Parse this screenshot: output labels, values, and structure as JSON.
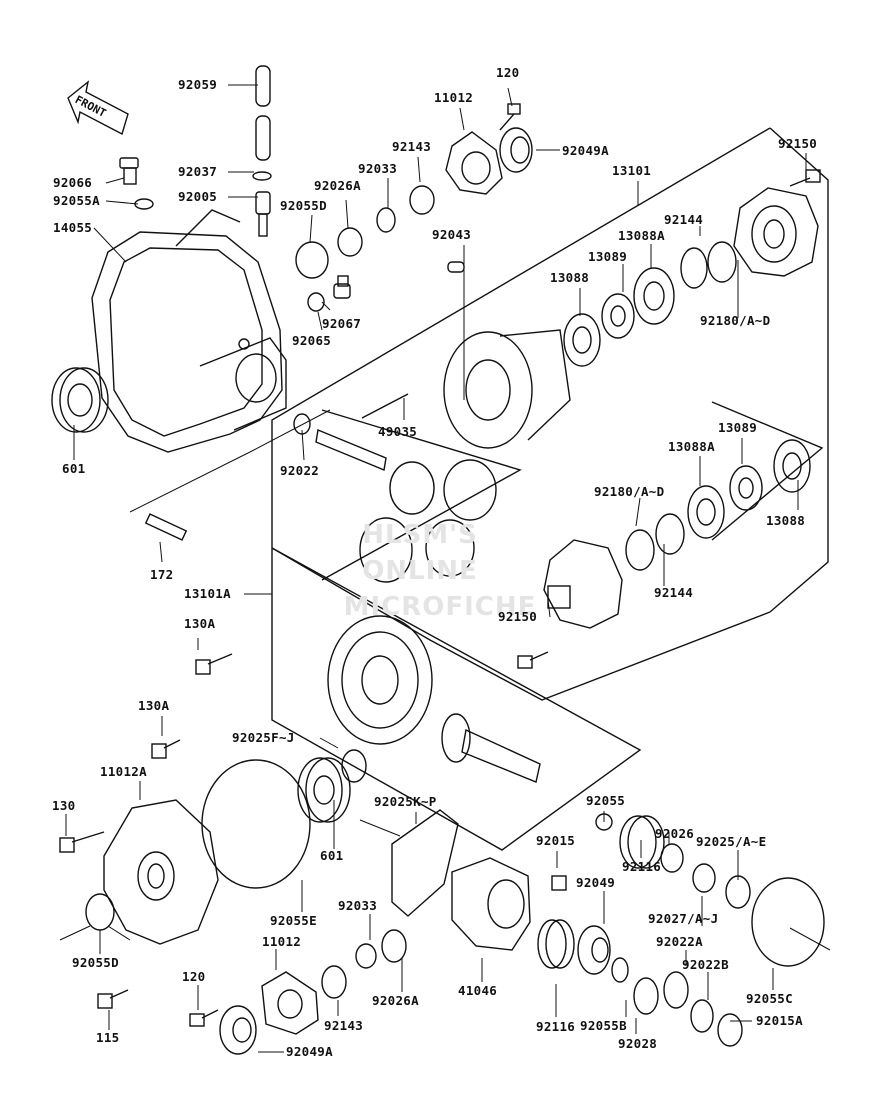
{
  "front_label": "FRONT",
  "watermark": [
    "HLSM'S",
    "ONLINE",
    "MICROFICHE"
  ],
  "labels": [
    {
      "id": "92059",
      "text": "92059"
    },
    {
      "id": "92037",
      "text": "92037"
    },
    {
      "id": "92005",
      "text": "92005"
    },
    {
      "id": "92066",
      "text": "92066"
    },
    {
      "id": "92055A",
      "text": "92055A"
    },
    {
      "id": "14055",
      "text": "14055"
    },
    {
      "id": "601a",
      "text": "601"
    },
    {
      "id": "92026A_top",
      "text": "92026A"
    },
    {
      "id": "92055D_top",
      "text": "92055D"
    },
    {
      "id": "92033_top",
      "text": "92033"
    },
    {
      "id": "92143_top",
      "text": "92143"
    },
    {
      "id": "11012_top",
      "text": "11012"
    },
    {
      "id": "120_top",
      "text": "120"
    },
    {
      "id": "92049A_top",
      "text": "92049A"
    },
    {
      "id": "13101",
      "text": "13101"
    },
    {
      "id": "92150_top",
      "text": "92150"
    },
    {
      "id": "92043",
      "text": "92043"
    },
    {
      "id": "92144_top",
      "text": "92144"
    },
    {
      "id": "13088A_top",
      "text": "13088A"
    },
    {
      "id": "13089_top",
      "text": "13089"
    },
    {
      "id": "13088_top",
      "text": "13088"
    },
    {
      "id": "92180_top",
      "text": "92180/A~D"
    },
    {
      "id": "92067",
      "text": "92067"
    },
    {
      "id": "92065",
      "text": "92065"
    },
    {
      "id": "49035",
      "text": "49035"
    },
    {
      "id": "92022",
      "text": "92022"
    },
    {
      "id": "13089_mid",
      "text": "13089"
    },
    {
      "id": "13088A_mid",
      "text": "13088A"
    },
    {
      "id": "92180_mid",
      "text": "92180/A~D"
    },
    {
      "id": "13088_mid",
      "text": "13088"
    },
    {
      "id": "92144_mid",
      "text": "92144"
    },
    {
      "id": "92150_mid",
      "text": "92150"
    },
    {
      "id": "172",
      "text": "172"
    },
    {
      "id": "13101A",
      "text": "13101A"
    },
    {
      "id": "130A_1",
      "text": "130A"
    },
    {
      "id": "130A_2",
      "text": "130A"
    },
    {
      "id": "92025FJ",
      "text": "92025F~J"
    },
    {
      "id": "11012A",
      "text": "11012A"
    },
    {
      "id": "130",
      "text": "130"
    },
    {
      "id": "92055",
      "text": "92055"
    },
    {
      "id": "92025KP",
      "text": "92025K~P"
    },
    {
      "id": "601b",
      "text": "601"
    },
    {
      "id": "92026",
      "text": "92026"
    },
    {
      "id": "92025AE",
      "text": "92025/A~E"
    },
    {
      "id": "92015",
      "text": "92015"
    },
    {
      "id": "92116a",
      "text": "92116"
    },
    {
      "id": "92055E",
      "text": "92055E"
    },
    {
      "id": "92049",
      "text": "92049"
    },
    {
      "id": "92027",
      "text": "92027/A~J"
    },
    {
      "id": "92033_bot",
      "text": "92033"
    },
    {
      "id": "92022A",
      "text": "92022A"
    },
    {
      "id": "92055D_bot",
      "text": "92055D"
    },
    {
      "id": "11012_bot",
      "text": "11012"
    },
    {
      "id": "120_bot",
      "text": "120"
    },
    {
      "id": "41046",
      "text": "41046"
    },
    {
      "id": "92116b",
      "text": "92116"
    },
    {
      "id": "92022B",
      "text": "92022B"
    },
    {
      "id": "92055C",
      "text": "92055C"
    },
    {
      "id": "92026A_bot",
      "text": "92026A"
    },
    {
      "id": "92143_bot",
      "text": "92143"
    },
    {
      "id": "92055B",
      "text": "92055B"
    },
    {
      "id": "92015A",
      "text": "92015A"
    },
    {
      "id": "115",
      "text": "115"
    },
    {
      "id": "92028",
      "text": "92028"
    },
    {
      "id": "92049A_bot",
      "text": "92049A"
    }
  ]
}
